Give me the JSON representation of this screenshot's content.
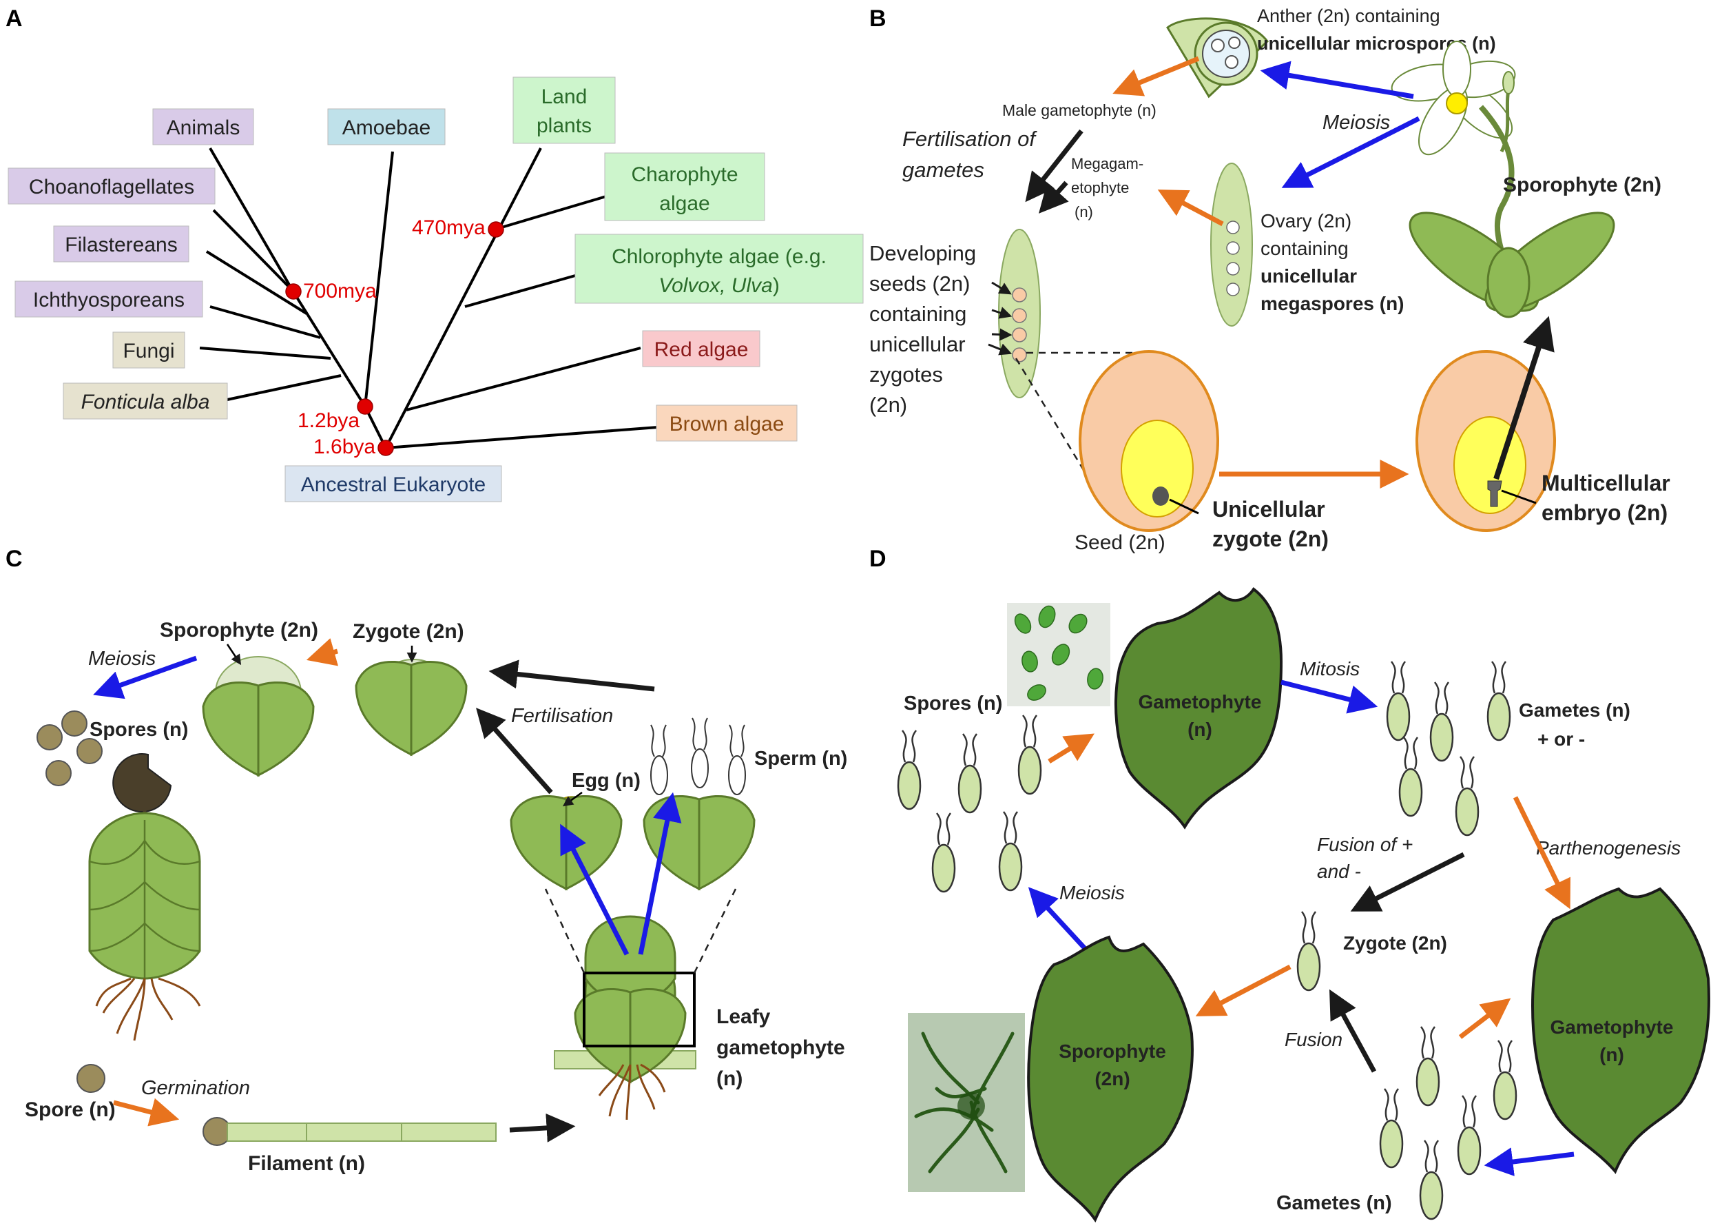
{
  "panels": {
    "a": "A",
    "b": "B",
    "c": "C",
    "d": "D"
  },
  "panel_a": {
    "animals": "Animals",
    "amoebae": "Amoebae",
    "land_plants_1": "Land",
    "land_plants_2": "plants",
    "choanoflagellates": "Choanoflagellates",
    "charophyte_1": "Charophyte",
    "charophyte_2": "algae",
    "filastereans": "Filastereans",
    "chlorophyte_1": "Chlorophyte algae (e.g.",
    "chlorophyte_2a": "Volvox, ",
    "chlorophyte_2b": "Ulva",
    "chlorophyte_2c": ")",
    "ichthyosporeans": "Ichthyosporeans",
    "fungi": "Fungi",
    "red_algae": "Red algae",
    "fonticula": "Fonticula alba",
    "brown_algae": "Brown algae",
    "ancestral": "Ancestral Eukaryote",
    "t700": "700mya",
    "t470": "470mya",
    "t12": "1.2bya",
    "t16": "1.6bya",
    "colors": {
      "opisthokont": "#d9cbe8",
      "amoebae": "#bfe1ea",
      "plant": "#cdf5cc",
      "red": "#f9c9cc",
      "brown": "#fad7bd",
      "fungi": "#e6e2cf",
      "ancestral": "#dbe5f1",
      "node": "#e00000"
    }
  },
  "panel_b": {
    "anther_1": "Anther (2n) containing",
    "anther_2": "unicellular microspores (n)",
    "male_gametophyte": "Male gametophyte (n)",
    "meiosis": "Meiosis",
    "fert_1": "Fertilisation of",
    "fert_2": "gametes",
    "megagam_1": "Megagam-",
    "megagam_2": "etophyte",
    "megagam_3": "(n)",
    "ovary_1": "Ovary (2n)",
    "ovary_2": "containing",
    "ovary_3": "unicellular",
    "ovary_4": "megaspores (n)",
    "sporophyte": "Sporophyte (2n)",
    "dev_1": "Developing",
    "dev_2": "seeds (2n)",
    "dev_3": "containing",
    "dev_4": "unicellular",
    "dev_5": "zygotes",
    "dev_6": "(2n)",
    "seed": "Seed (2n)",
    "zyg_1": "Unicellular",
    "zyg_2": "zygote (2n)",
    "emb_1": "Multicellular",
    "emb_2": "embryo (2n)"
  },
  "panel_c": {
    "sporophyte": "Sporophyte (2n)",
    "zygote": "Zygote (2n)",
    "meiosis": "Meiosis",
    "spores": "Spores (n)",
    "fertilisation": "Fertilisation",
    "egg": "Egg (n)",
    "sperm": "Sperm (n)",
    "leafy_1": "Leafy",
    "leafy_2": "gametophyte",
    "leafy_3": "(n)",
    "germination": "Germination",
    "spore": "Spore (n)",
    "filament": "Filament (n)"
  },
  "panel_d": {
    "spores": "Spores (n)",
    "gametophyte_1": "Gametophyte",
    "gametophyte_2": "(n)",
    "mitosis": "Mitosis",
    "gametes_1": "Gametes (n)",
    "gametes_2": "+ or -",
    "parthenogenesis": "Parthenogenesis",
    "fusion_pm_1": "Fusion of +",
    "fusion_pm_2": "and -",
    "meiosis": "Meiosis",
    "zygote": "Zygote (2n)",
    "sporophyte_1": "Sporophyte",
    "sporophyte_2": "(2n)",
    "fusion": "Fusion",
    "gametophyte2_1": "Gametophyte",
    "gametophyte2_2": "(n)",
    "gametes_bottom": "Gametes (n)"
  },
  "arrow_colors": {
    "blue": "#1a1ae6",
    "orange": "#e8731e",
    "black": "#1a1a1a"
  }
}
